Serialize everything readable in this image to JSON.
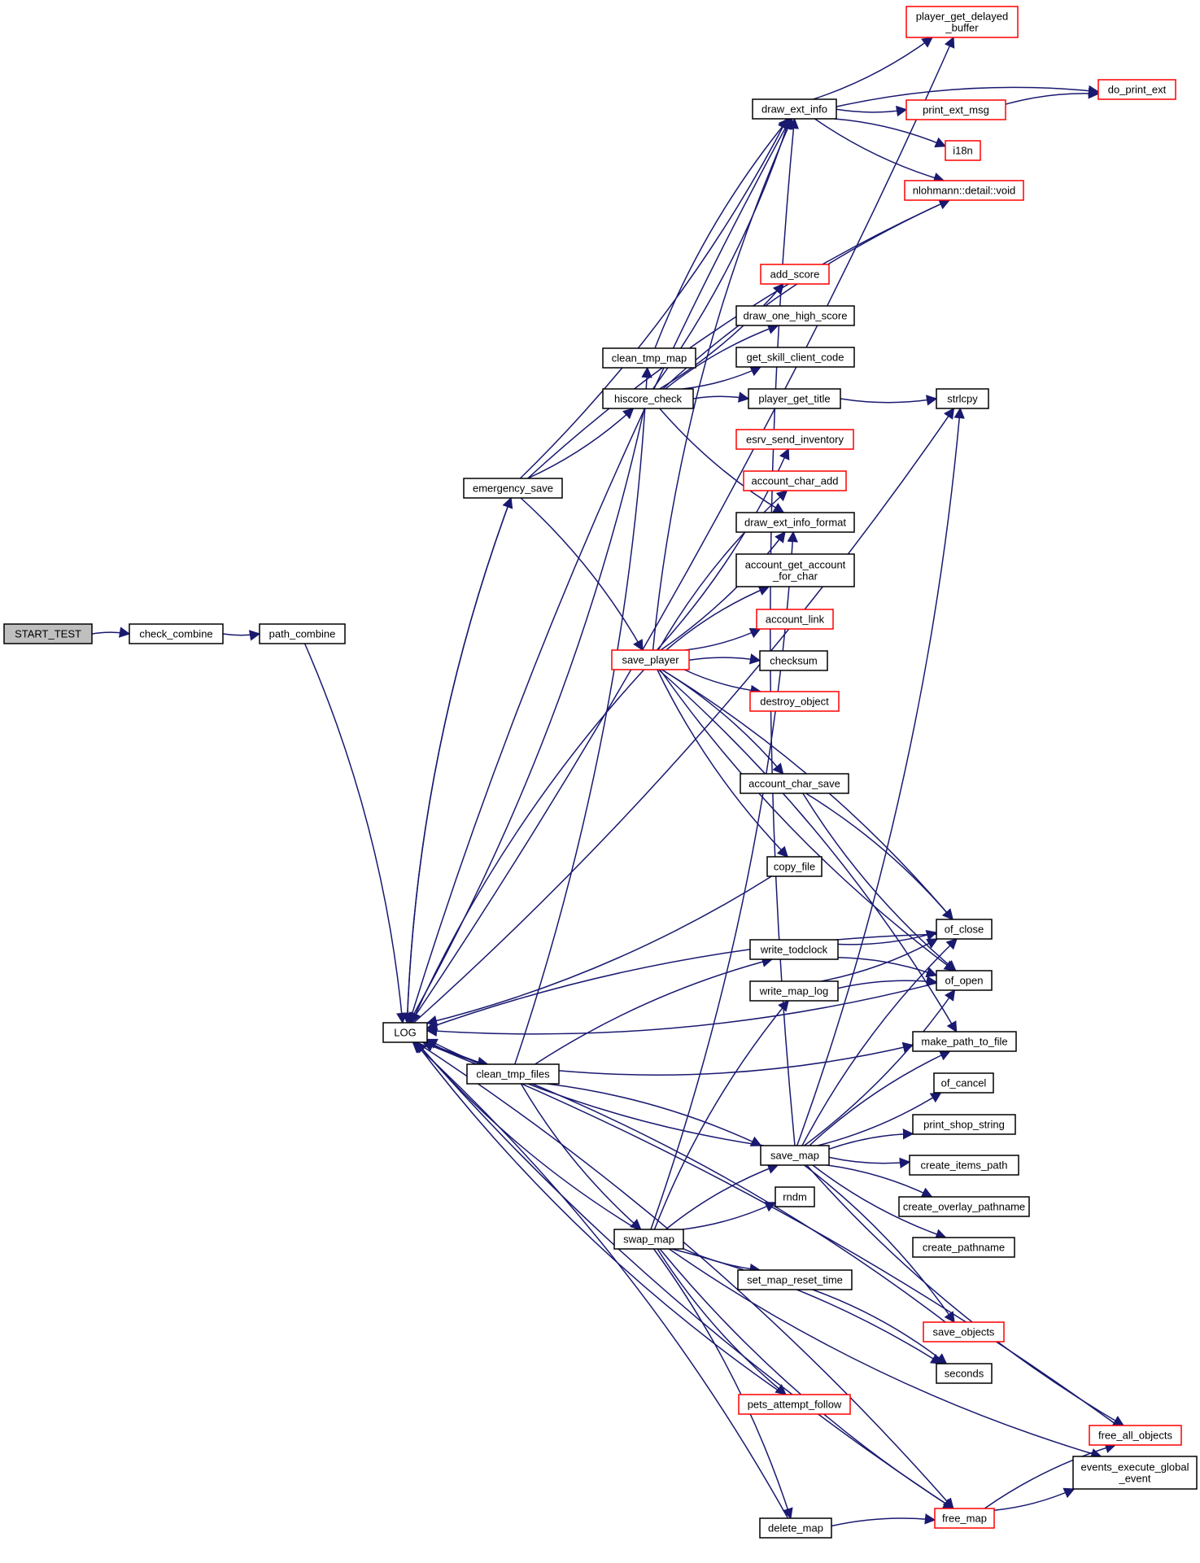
{
  "diagram": {
    "style": {
      "edge_color": "#191970",
      "node_border_default": "#000000",
      "node_border_incomplete": "#ff0000",
      "node_fill_root": "#bfbfbf",
      "node_fill_default": "#ffffff"
    },
    "nodes": [
      {
        "id": "start_test",
        "lines": [
          "START_TEST"
        ],
        "style": "root"
      },
      {
        "id": "check_combine",
        "lines": [
          "check_combine"
        ],
        "style": "black"
      },
      {
        "id": "path_combine",
        "lines": [
          "path_combine"
        ],
        "style": "black"
      },
      {
        "id": "log",
        "lines": [
          "LOG"
        ],
        "style": "black"
      },
      {
        "id": "emergency_save",
        "lines": [
          "emergency_save"
        ],
        "style": "black"
      },
      {
        "id": "clean_tmp_map",
        "lines": [
          "clean_tmp_map"
        ],
        "style": "black"
      },
      {
        "id": "hiscore_check",
        "lines": [
          "hiscore_check"
        ],
        "style": "black"
      },
      {
        "id": "save_player",
        "lines": [
          "save_player"
        ],
        "style": "red"
      },
      {
        "id": "clean_tmp_files",
        "lines": [
          "clean_tmp_files"
        ],
        "style": "black"
      },
      {
        "id": "swap_map",
        "lines": [
          "swap_map"
        ],
        "style": "black"
      },
      {
        "id": "draw_ext_info",
        "lines": [
          "draw_ext_info"
        ],
        "style": "black"
      },
      {
        "id": "player_get_delayed_buffer",
        "lines": [
          "player_get_delayed",
          "_buffer"
        ],
        "style": "red"
      },
      {
        "id": "do_print_ext",
        "lines": [
          "do_print_ext"
        ],
        "style": "red"
      },
      {
        "id": "print_ext_msg",
        "lines": [
          "print_ext_msg"
        ],
        "style": "red"
      },
      {
        "id": "i18n",
        "lines": [
          "i18n"
        ],
        "style": "red"
      },
      {
        "id": "nlohmann_void",
        "lines": [
          "nlohmann::detail::void"
        ],
        "style": "red"
      },
      {
        "id": "add_score",
        "lines": [
          "add_score"
        ],
        "style": "red"
      },
      {
        "id": "draw_one_high_score",
        "lines": [
          "draw_one_high_score"
        ],
        "style": "black"
      },
      {
        "id": "get_skill_client_code",
        "lines": [
          "get_skill_client_code"
        ],
        "style": "black"
      },
      {
        "id": "player_get_title",
        "lines": [
          "player_get_title"
        ],
        "style": "black"
      },
      {
        "id": "strlcpy",
        "lines": [
          "strlcpy"
        ],
        "style": "black"
      },
      {
        "id": "esrv_send_inventory",
        "lines": [
          "esrv_send_inventory"
        ],
        "style": "red"
      },
      {
        "id": "account_char_add",
        "lines": [
          "account_char_add"
        ],
        "style": "red"
      },
      {
        "id": "draw_ext_info_format",
        "lines": [
          "draw_ext_info_format"
        ],
        "style": "black"
      },
      {
        "id": "account_get_account_for_char",
        "lines": [
          "account_get_account",
          "_for_char"
        ],
        "style": "black"
      },
      {
        "id": "account_link",
        "lines": [
          "account_link"
        ],
        "style": "red"
      },
      {
        "id": "checksum",
        "lines": [
          "checksum"
        ],
        "style": "black"
      },
      {
        "id": "destroy_object",
        "lines": [
          "destroy_object"
        ],
        "style": "red"
      },
      {
        "id": "account_char_save",
        "lines": [
          "account_char_save"
        ],
        "style": "black"
      },
      {
        "id": "copy_file",
        "lines": [
          "copy_file"
        ],
        "style": "black"
      },
      {
        "id": "of_close",
        "lines": [
          "of_close"
        ],
        "style": "black"
      },
      {
        "id": "write_todclock",
        "lines": [
          "write_todclock"
        ],
        "style": "black"
      },
      {
        "id": "of_open",
        "lines": [
          "of_open"
        ],
        "style": "black"
      },
      {
        "id": "write_map_log",
        "lines": [
          "write_map_log"
        ],
        "style": "black"
      },
      {
        "id": "make_path_to_file",
        "lines": [
          "make_path_to_file"
        ],
        "style": "black"
      },
      {
        "id": "of_cancel",
        "lines": [
          "of_cancel"
        ],
        "style": "black"
      },
      {
        "id": "print_shop_string",
        "lines": [
          "print_shop_string"
        ],
        "style": "black"
      },
      {
        "id": "save_map",
        "lines": [
          "save_map"
        ],
        "style": "black"
      },
      {
        "id": "create_items_path",
        "lines": [
          "create_items_path"
        ],
        "style": "black"
      },
      {
        "id": "rndm",
        "lines": [
          "rndm"
        ],
        "style": "black"
      },
      {
        "id": "create_overlay_pathname",
        "lines": [
          "create_overlay_pathname"
        ],
        "style": "black"
      },
      {
        "id": "create_pathname",
        "lines": [
          "create_pathname"
        ],
        "style": "black"
      },
      {
        "id": "set_map_reset_time",
        "lines": [
          "set_map_reset_time"
        ],
        "style": "black"
      },
      {
        "id": "save_objects",
        "lines": [
          "save_objects"
        ],
        "style": "red"
      },
      {
        "id": "seconds",
        "lines": [
          "seconds"
        ],
        "style": "black"
      },
      {
        "id": "pets_attempt_follow",
        "lines": [
          "pets_attempt_follow"
        ],
        "style": "red"
      },
      {
        "id": "free_all_objects",
        "lines": [
          "free_all_objects"
        ],
        "style": "red"
      },
      {
        "id": "events_execute_global_event",
        "lines": [
          "events_execute_global",
          "_event"
        ],
        "style": "black"
      },
      {
        "id": "free_map",
        "lines": [
          "free_map"
        ],
        "style": "red"
      },
      {
        "id": "delete_map",
        "lines": [
          "delete_map"
        ],
        "style": "black"
      }
    ],
    "edges": [
      {
        "from": "start_test",
        "to": "check_combine"
      },
      {
        "from": "check_combine",
        "to": "path_combine"
      },
      {
        "from": "path_combine",
        "to": "log"
      },
      {
        "from": "log",
        "to": "player_get_delayed_buffer"
      },
      {
        "from": "log",
        "to": "draw_ext_info"
      },
      {
        "from": "log",
        "to": "strlcpy"
      },
      {
        "from": "log",
        "to": "emergency_save"
      },
      {
        "from": "log",
        "to": "clean_tmp_files"
      },
      {
        "from": "log",
        "to": "free_map"
      },
      {
        "from": "emergency_save",
        "to": "hiscore_check"
      },
      {
        "from": "emergency_save",
        "to": "save_player"
      },
      {
        "from": "emergency_save",
        "to": "log"
      },
      {
        "from": "emergency_save",
        "to": "nlohmann_void"
      },
      {
        "from": "emergency_save",
        "to": "draw_ext_info"
      },
      {
        "from": "clean_tmp_map",
        "to": "draw_ext_info"
      },
      {
        "from": "hiscore_check",
        "to": "add_score"
      },
      {
        "from": "hiscore_check",
        "to": "draw_one_high_score"
      },
      {
        "from": "hiscore_check",
        "to": "get_skill_client_code"
      },
      {
        "from": "hiscore_check",
        "to": "player_get_title"
      },
      {
        "from": "hiscore_check",
        "to": "draw_ext_info_format"
      },
      {
        "from": "hiscore_check",
        "to": "log"
      },
      {
        "from": "hiscore_check",
        "to": "draw_ext_info"
      },
      {
        "from": "hiscore_check",
        "to": "nlohmann_void"
      },
      {
        "from": "save_player",
        "to": "esrv_send_inventory"
      },
      {
        "from": "save_player",
        "to": "account_char_add"
      },
      {
        "from": "save_player",
        "to": "draw_ext_info_format"
      },
      {
        "from": "save_player",
        "to": "account_get_account_for_char"
      },
      {
        "from": "save_player",
        "to": "account_link"
      },
      {
        "from": "save_player",
        "to": "checksum"
      },
      {
        "from": "save_player",
        "to": "destroy_object"
      },
      {
        "from": "save_player",
        "to": "account_char_save"
      },
      {
        "from": "save_player",
        "to": "copy_file"
      },
      {
        "from": "save_player",
        "to": "of_close"
      },
      {
        "from": "save_player",
        "to": "of_open"
      },
      {
        "from": "save_player",
        "to": "make_path_to_file"
      },
      {
        "from": "save_player",
        "to": "log"
      },
      {
        "from": "save_player",
        "to": "draw_ext_info"
      },
      {
        "from": "draw_ext_info",
        "to": "player_get_delayed_buffer"
      },
      {
        "from": "draw_ext_info",
        "to": "do_print_ext"
      },
      {
        "from": "draw_ext_info",
        "to": "print_ext_msg"
      },
      {
        "from": "draw_ext_info",
        "to": "i18n"
      },
      {
        "from": "draw_ext_info",
        "to": "nlohmann_void"
      },
      {
        "from": "print_ext_msg",
        "to": "do_print_ext"
      },
      {
        "from": "player_get_title",
        "to": "strlcpy"
      },
      {
        "from": "account_char_save",
        "to": "of_close"
      },
      {
        "from": "account_char_save",
        "to": "of_open"
      },
      {
        "from": "copy_file",
        "to": "log"
      },
      {
        "from": "of_close",
        "to": "log"
      },
      {
        "from": "of_open",
        "to": "log"
      },
      {
        "from": "write_todclock",
        "to": "of_close"
      },
      {
        "from": "write_todclock",
        "to": "of_open"
      },
      {
        "from": "write_map_log",
        "to": "of_close"
      },
      {
        "from": "write_map_log",
        "to": "of_open"
      },
      {
        "from": "clean_tmp_files",
        "to": "clean_tmp_map"
      },
      {
        "from": "clean_tmp_files",
        "to": "write_todclock"
      },
      {
        "from": "clean_tmp_files",
        "to": "make_path_to_file"
      },
      {
        "from": "clean_tmp_files",
        "to": "save_map"
      },
      {
        "from": "clean_tmp_files",
        "to": "swap_map"
      },
      {
        "from": "save_map",
        "to": "make_path_to_file"
      },
      {
        "from": "save_map",
        "to": "of_cancel"
      },
      {
        "from": "save_map",
        "to": "print_shop_string"
      },
      {
        "from": "save_map",
        "to": "create_items_path"
      },
      {
        "from": "save_map",
        "to": "create_overlay_pathname"
      },
      {
        "from": "save_map",
        "to": "create_pathname"
      },
      {
        "from": "save_map",
        "to": "save_objects"
      },
      {
        "from": "save_map",
        "to": "free_all_objects"
      },
      {
        "from": "save_map",
        "to": "log"
      },
      {
        "from": "save_map",
        "to": "strlcpy"
      },
      {
        "from": "save_map",
        "to": "of_close"
      },
      {
        "from": "save_map",
        "to": "of_open"
      },
      {
        "from": "save_map",
        "to": "draw_ext_info"
      },
      {
        "from": "swap_map",
        "to": "rndm"
      },
      {
        "from": "swap_map",
        "to": "save_map"
      },
      {
        "from": "swap_map",
        "to": "set_map_reset_time"
      },
      {
        "from": "swap_map",
        "to": "write_map_log"
      },
      {
        "from": "swap_map",
        "to": "pets_attempt_follow"
      },
      {
        "from": "swap_map",
        "to": "delete_map"
      },
      {
        "from": "swap_map",
        "to": "free_map"
      },
      {
        "from": "swap_map",
        "to": "seconds"
      },
      {
        "from": "swap_map",
        "to": "events_execute_global_event"
      },
      {
        "from": "swap_map",
        "to": "log"
      },
      {
        "from": "swap_map",
        "to": "draw_ext_info_format"
      },
      {
        "from": "set_map_reset_time",
        "to": "seconds"
      },
      {
        "from": "save_objects",
        "to": "log"
      },
      {
        "from": "pets_attempt_follow",
        "to": "log"
      },
      {
        "from": "free_all_objects",
        "to": "log"
      },
      {
        "from": "delete_map",
        "to": "free_map"
      },
      {
        "from": "delete_map",
        "to": "log"
      },
      {
        "from": "free_map",
        "to": "free_all_objects"
      },
      {
        "from": "free_map",
        "to": "events_execute_global_event"
      },
      {
        "from": "free_map",
        "to": "log"
      }
    ]
  }
}
